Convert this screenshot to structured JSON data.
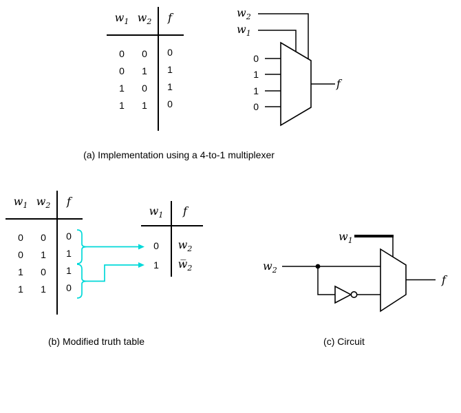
{
  "colors": {
    "line": "#000000",
    "highlight": "#00d9d9",
    "background": "#ffffff"
  },
  "figure": {
    "part_a": {
      "caption": "(a) Implementation using a 4-to-1 multiplexer",
      "truth_table": {
        "headers": [
          "w_1",
          "w_2",
          "f"
        ],
        "rows": [
          [
            "0",
            "0",
            "0"
          ],
          [
            "0",
            "1",
            "1"
          ],
          [
            "1",
            "0",
            "1"
          ],
          [
            "1",
            "1",
            "0"
          ]
        ]
      },
      "mux": {
        "select_inputs": [
          "w_2",
          "w_1"
        ],
        "data_inputs": [
          "0",
          "1",
          "1",
          "0"
        ],
        "output": "f"
      }
    },
    "part_b": {
      "caption": "(b) Modified truth table",
      "truth_table": {
        "headers": [
          "w_1",
          "w_2",
          "f"
        ],
        "rows": [
          [
            "0",
            "0",
            "0"
          ],
          [
            "0",
            "1",
            "1"
          ],
          [
            "1",
            "0",
            "1"
          ],
          [
            "1",
            "1",
            "0"
          ]
        ]
      },
      "modified_table": {
        "headers": [
          "w_1",
          "f"
        ],
        "rows": [
          [
            "0",
            "w_2"
          ],
          [
            "1",
            "w̅_2"
          ]
        ]
      }
    },
    "part_c": {
      "caption": "(c) Circuit",
      "select_input": "w_1",
      "data_input": "w_2",
      "output": "f"
    }
  }
}
